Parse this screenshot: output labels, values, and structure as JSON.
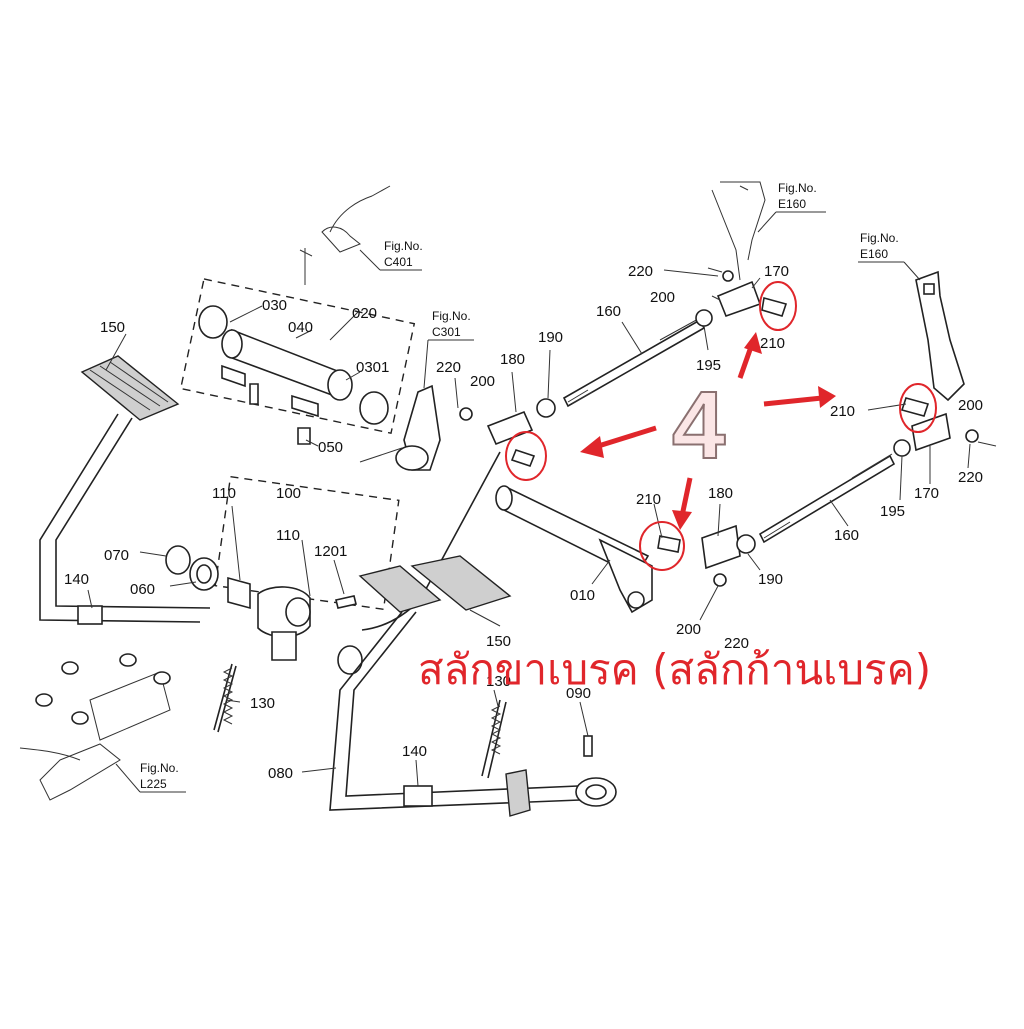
{
  "labels": {
    "l150a": "150",
    "l030a": "030",
    "l020": "020",
    "l040": "040",
    "l030b": "0301",
    "l050": "050",
    "l220a": "220",
    "l200a": "200",
    "l180a": "180",
    "l190a": "190",
    "l160a": "160",
    "l220b": "220",
    "l200b": "200",
    "l170a": "170",
    "l210a": "210",
    "l195a": "195",
    "l210b": "210",
    "l200c": "200",
    "l220c": "220",
    "l170b": "170",
    "l195b": "195",
    "l160b": "160",
    "l210c": "210",
    "l180b": "180",
    "l190b": "190",
    "l200d": "200",
    "l220d": "220",
    "l010": "010",
    "l110a": "110",
    "l100": "100",
    "l110b": "110",
    "l120": "1201",
    "l070": "070",
    "l060": "060",
    "l140a": "140",
    "l130a": "130",
    "l150b": "150",
    "l130b": "130",
    "l090": "090",
    "l140b": "140",
    "l080": "080"
  },
  "figrefs": {
    "c401": {
      "title": "Fig.No.",
      "code": "C401"
    },
    "c301": {
      "title": "Fig.No.",
      "code": "C301"
    },
    "e160a": {
      "title": "Fig.No.",
      "code": "E160"
    },
    "e160b": {
      "title": "Fig.No.",
      "code": "E160"
    },
    "l225": {
      "title": "Fig.No.",
      "code": "L225"
    }
  },
  "annotation": {
    "count": "4",
    "caption": "สลักขาเบรค (สลักก้านเบรค)",
    "color": "#e0262b"
  }
}
